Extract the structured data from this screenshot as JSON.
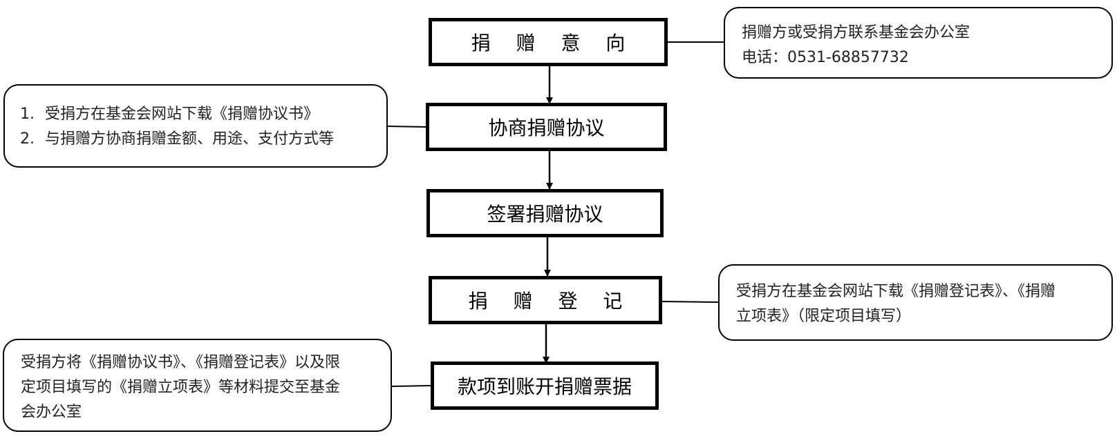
{
  "steps": [
    "捐 赠 意 向",
    "协商捐赠协议",
    "签署捐赠协议",
    "捐 赠 登 记",
    "款项到账开捐赠票据"
  ],
  "notes": {
    "contact": {
      "line1": "捐赠方或受捐方联系基金会办公室",
      "line2": "电话：0531-68857732"
    },
    "negotiate": {
      "items": [
        {
          "num": "1.",
          "text": "受捐方在基金会网站下载《捐赠协议书》"
        },
        {
          "num": "2.",
          "text": "与捐赠方协商捐赠金额、用途、支付方式等"
        }
      ]
    },
    "register": {
      "line1": "受捐方在基金会网站下载《捐赠登记表》、《捐赠",
      "line2": "立项表》（限定项目填写）"
    },
    "submit": {
      "line1": "受捐方将《捐赠协议书》、《捐赠登记表》以及限",
      "line2": "定项目填写的《捐赠立项表》等材料提交至基金",
      "line3": "会办公室"
    }
  }
}
